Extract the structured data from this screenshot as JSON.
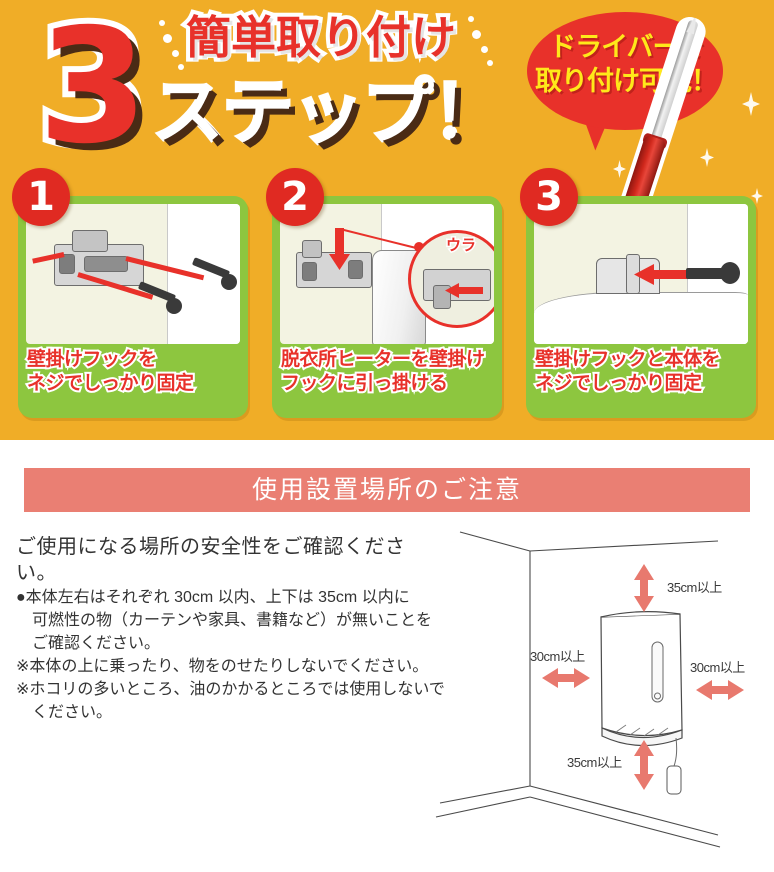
{
  "banner": {
    "big_number": "3",
    "headline_top": "簡単取り付け",
    "headline_bottom": "ステップ！",
    "bubble_line1": "ドライバーで",
    "bubble_line2": "取り付け可能！",
    "colors": {
      "background": "#F0AD27",
      "red": "#E8312A",
      "green": "#8DC63F",
      "bubble_text": "#FFE81A",
      "shadow_brown": "#4A2B15"
    }
  },
  "steps": [
    {
      "number": "1",
      "caption_line1": "壁掛けフックを",
      "caption_line2": "ネジでしっかり固定"
    },
    {
      "number": "2",
      "caption_line1": "脱衣所ヒーターを壁掛け",
      "caption_line2": "フックに引っ掛ける",
      "callout": "ウラ"
    },
    {
      "number": "3",
      "caption_line1": "壁掛けフックと本体を",
      "caption_line2": "ネジでしっかり固定"
    }
  ],
  "notice": {
    "section_title": "使用設置場所のご注意",
    "lead": "ご使用になる場所の安全性をご確認ください。",
    "bullets": [
      "●本体左右はそれぞれ 30cm 以内、上下は 35cm 以内に",
      "可燃性の物（カーテンや家具、書籍など）が無いことを",
      "ご確認ください。",
      "※本体の上に乗ったり、物をのせたりしないでください。",
      "※ホコリの多いところ、油のかかるところでは使用しないで",
      "ください。"
    ],
    "bar_color": "#EA7F73"
  },
  "diagram": {
    "clearance_top": "35cm以上",
    "clearance_left": "30cm以上",
    "clearance_right": "30cm以上",
    "clearance_bottom": "35cm以上",
    "arrow_color": "#E8796E"
  }
}
